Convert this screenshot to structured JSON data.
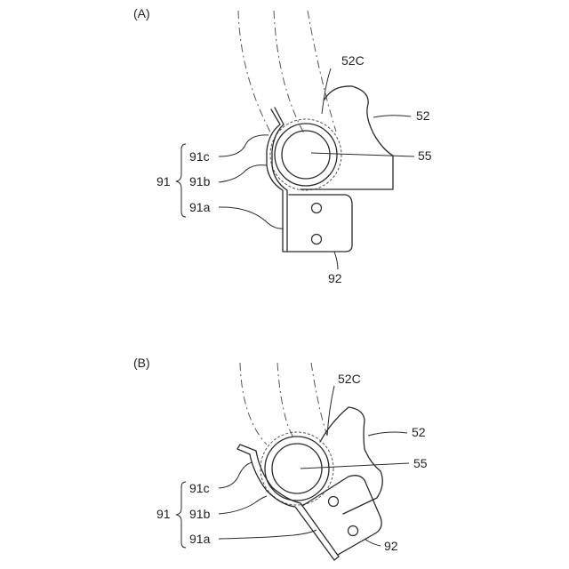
{
  "panel_a": {
    "label": "(A)",
    "callouts": {
      "c52C": "52C",
      "c52": "52",
      "c55": "55",
      "c91": "91",
      "c91c": "91c",
      "c91b": "91b",
      "c91a": "91a",
      "c92": "92"
    }
  },
  "panel_b": {
    "label": "(B)",
    "callouts": {
      "c52C": "52C",
      "c52": "52",
      "c55": "55",
      "c91": "91",
      "c91c": "91c",
      "c91b": "91b",
      "c91a": "91a",
      "c92": "92"
    }
  }
}
